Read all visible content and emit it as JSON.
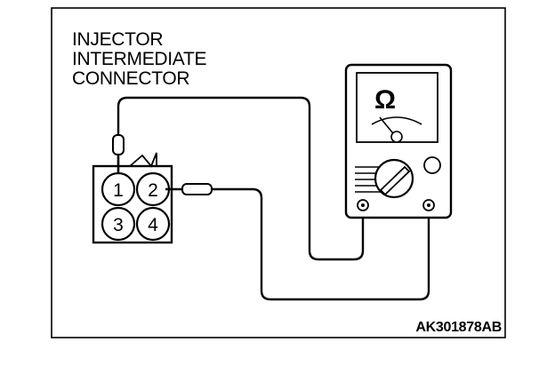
{
  "title": {
    "lines": [
      "INJECTOR",
      "INTERMEDIATE",
      "CONNECTOR"
    ]
  },
  "connector": {
    "pins": [
      "1",
      "2",
      "3",
      "4"
    ]
  },
  "meter": {
    "symbol": "Ω"
  },
  "figure_code": "AK301878AB",
  "colors": {
    "line": "#000000",
    "background": "#ffffff"
  }
}
